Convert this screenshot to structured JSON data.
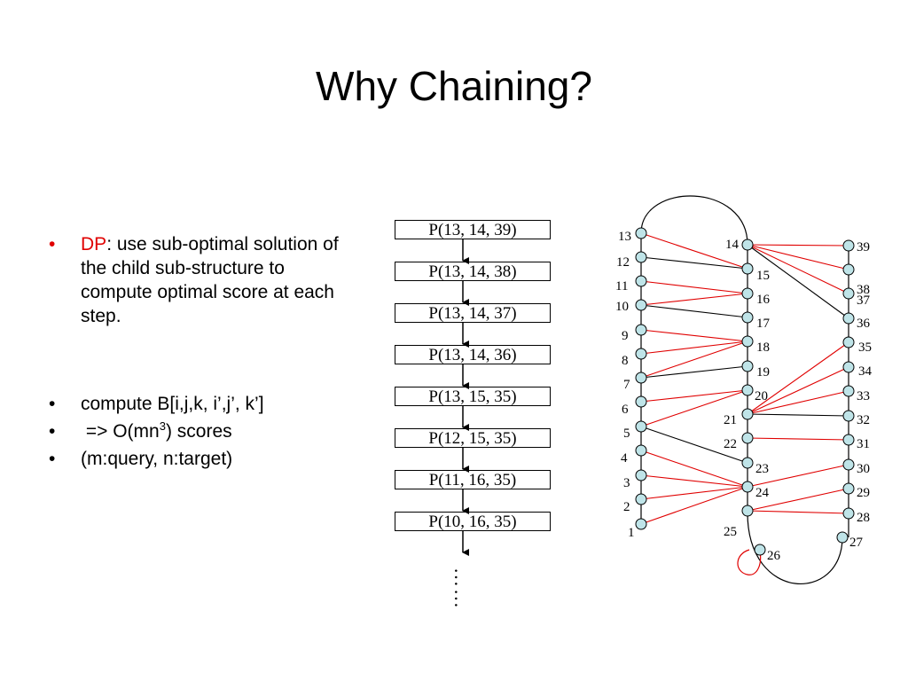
{
  "slide": {
    "title": "Why Chaining?"
  },
  "bullets": {
    "dp_term": "DP",
    "dp_text": ": use sub-optimal solution of the child sub-structure to  compute optimal score at each step.",
    "compute": "compute B[i,j,k, i’,j’, k’]",
    "complexity_prefix": " => O(mn",
    "complexity_exp": "3",
    "complexity_suffix": ") scores",
    "legend": "(m:query, n:target)"
  },
  "chain": {
    "boxes": [
      "P(13, 14, 39)",
      "P(13, 14, 38)",
      "P(13, 14, 37)",
      "P(13, 14, 36)",
      "P(13, 15, 35)",
      "P(12, 15, 35)",
      "P(11, 16, 35)",
      "P(10, 16, 35)"
    ],
    "ellipsis": "……"
  },
  "graph": {
    "left_nodes": [
      "1",
      "2",
      "3",
      "4",
      "5",
      "6",
      "7",
      "8",
      "9",
      "10",
      "11",
      "12",
      "13"
    ],
    "middle_nodes": [
      "14",
      "15",
      "16",
      "17",
      "18",
      "19",
      "20",
      "21",
      "22",
      "23",
      "24",
      "25",
      "26"
    ],
    "right_nodes": [
      "27",
      "28",
      "29",
      "30",
      "31",
      "32",
      "33",
      "34",
      "35",
      "36",
      "37",
      "38",
      "39"
    ],
    "colors": {
      "node_fill": "#bfe4e8",
      "red_edge": "#e00000",
      "black_edge": "#000000"
    }
  }
}
